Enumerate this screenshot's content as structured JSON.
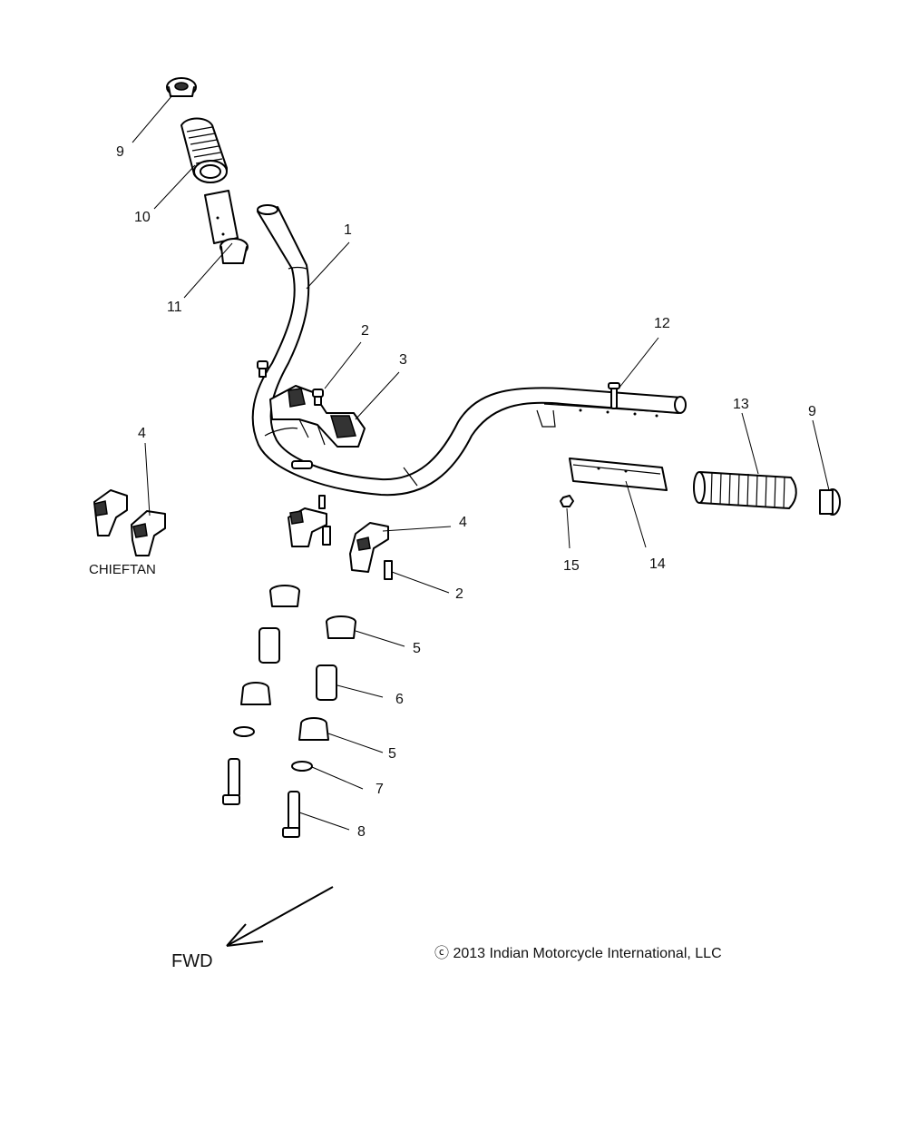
{
  "callouts": {
    "c1": "1",
    "c2a": "2",
    "c2b": "2",
    "c3": "3",
    "c4a": "4",
    "c4b": "4",
    "c5a": "5",
    "c5b": "5",
    "c6": "6",
    "c7": "7",
    "c8": "8",
    "c9a": "9",
    "c9b": "9",
    "c10": "10",
    "c11": "11",
    "c12": "12",
    "c13": "13",
    "c14": "14",
    "c15": "15"
  },
  "variant_label": "CHIEFTAN",
  "direction_label": "FWD",
  "copyright": "ⓒ 2013 Indian Motorcycle International, LLC"
}
